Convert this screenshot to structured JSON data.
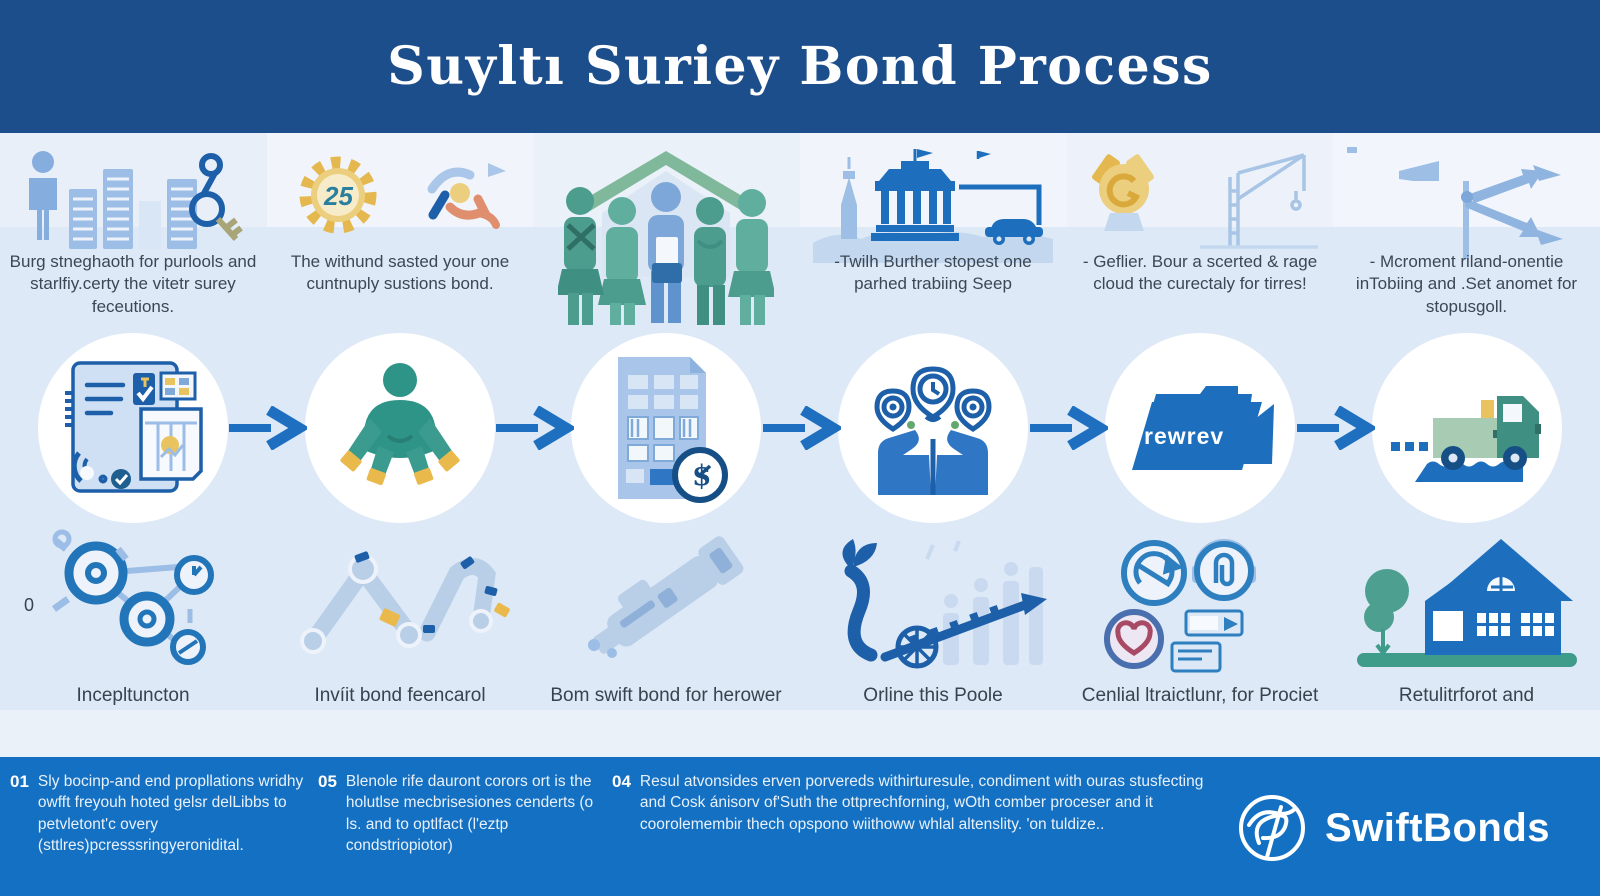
{
  "header": {
    "title": "Suyltı Suriey Bond Process"
  },
  "columns": [
    {
      "caption": "Burg stneghaoth for purlools and starlfiy.certy the vitetr surey feceutions.",
      "label": "Incepltuncton",
      "top_icon": "person-bar-stacks-keys",
      "circle_icon": "application-form-checklist",
      "bottom_icon": "gear-network"
    },
    {
      "caption": "The withund sasted your one cuntnuply sustions bond.",
      "label": "Invíit bond feencarol",
      "top_icon": "gold-gear-badge-25",
      "circle_icon": "applicant-person",
      "bottom_icon": "mechanical-arms"
    },
    {
      "caption": "",
      "label": "Bom swift bond for herower",
      "top_icon": "people-group-house",
      "circle_icon": "building-dollar-coin",
      "bottom_icon": "stamp-tool"
    },
    {
      "caption": "-Twilh Burther stopest one parhed trabiing Seep",
      "label": "Orline this Poole",
      "top_icon": "monument-arch-car",
      "circle_icon": "hands-holding-badges",
      "bottom_icon": "swan-growth-ramp"
    },
    {
      "caption": "- Geflier. Bour a scerted & rage cloud the curectaly for tirres!",
      "label": "Cenlial ltraictlunr, for Prociet",
      "top_icon": "gold-medal-crane",
      "circle_icon": "review-folder",
      "bottom_icon": "badge-circles-cards"
    },
    {
      "caption": "- Mcroment riland-onentie inTobiing and .Set anomet for stopusgoll.",
      "label": "Retulitrforot and",
      "top_icon": "signpost-arrows",
      "circle_icon": "delivery-truck",
      "bottom_icon": "house-tree"
    }
  ],
  "icon_texts": {
    "gear_number": "25",
    "coin_symbol": "$",
    "folder_label": "rewrev"
  },
  "footer": {
    "items": [
      {
        "num": "01",
        "text": "Sly bocinp-and end propllations wridhy owfft freyouh hoted gelsr delLibbs to petvletont'c overy (sttlres)pcresssringyeronidital."
      },
      {
        "num": "05",
        "text": "Blenole rife dauront corors ort is the holutlse mecbrisesiones cenderts (o ls. and to optlfact (l'eztp condstriopiotor)"
      },
      {
        "num": "04",
        "text": "Resul atvonsides erven porvereds withirturesule, condiment with ouras stusfecting and Cosk ánisorv of'Suth the ottprechforning, wOth comber proceser and it coorolemembir thech opspono wiithoww whlal altenslity. 'on tuldize.."
      }
    ],
    "brand": "SwiftBonds"
  },
  "colors": {
    "header_bg": "#1d4e8c",
    "footer_bg": "#1470c2",
    "accent_blue": "#1d6fbd",
    "band_light": "#dde9f6",
    "teal": "#3f9488",
    "gold": "#e9c35f"
  }
}
